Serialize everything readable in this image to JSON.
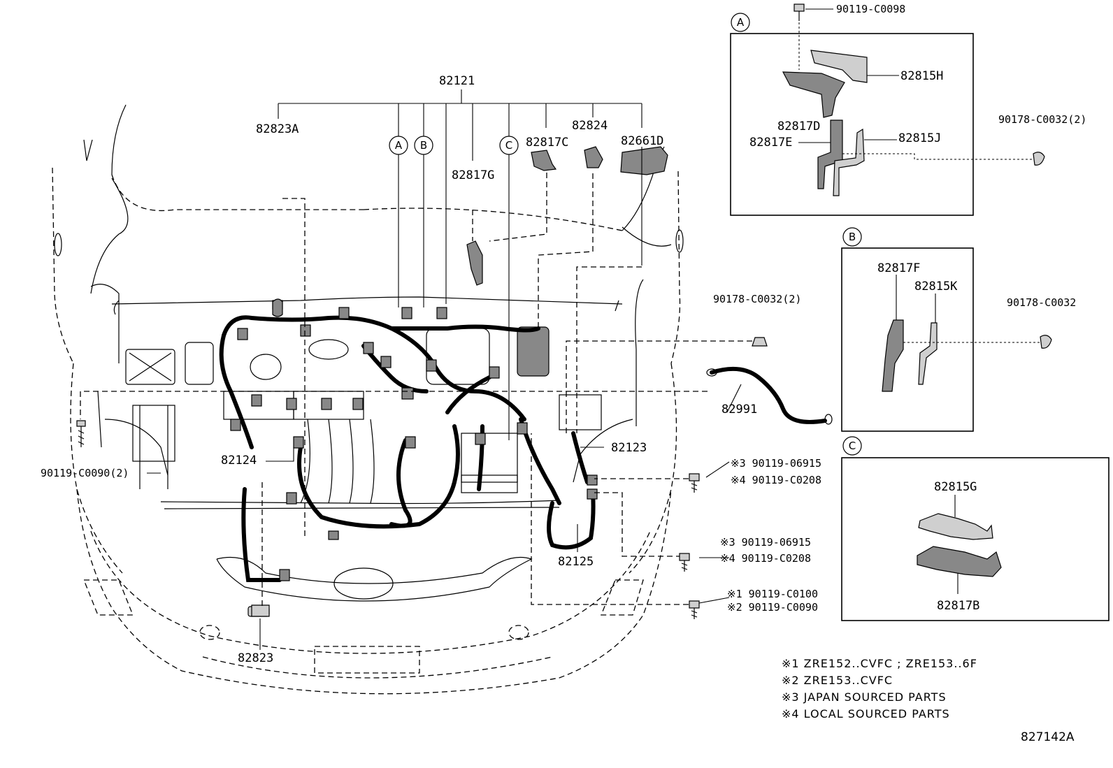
{
  "labels": {
    "main_harness": "82121",
    "p82823A": "82823A",
    "p82817C": "82817C",
    "p82824": "82824",
    "p82661D": "82661D",
    "p82817G": "82817G",
    "p82991": "82991",
    "p82124": "82124",
    "p82123": "82123",
    "p82125": "82125",
    "p82823": "82823",
    "bolt_left": "90119-C0090(2)",
    "nut_mid": "90178-C0032(2)",
    "bolt_r1_a": "※3 90119-06915",
    "bolt_r1_b": "※4 90119-C0208",
    "bolt_r2_a": "※3 90119-06915",
    "bolt_r2_b": "※4 90119-C0208",
    "bolt_r3_a": "※1 90119-C0100",
    "bolt_r3_b": "※2 90119-C0090"
  },
  "circles": {
    "A": "A",
    "B": "B",
    "C": "C"
  },
  "detail_A": {
    "bolt_top": "90119-C0098",
    "p82815H": "82815H",
    "p82817D": "82817D",
    "p82815J": "82815J",
    "p82817E": "82817E",
    "nut_right": "90178-C0032(2)"
  },
  "detail_B": {
    "p82817F": "82817F",
    "p82815K": "82815K",
    "nut_right": "90178-C0032"
  },
  "detail_C": {
    "p82815G": "82815G",
    "p82817B": "82817B"
  },
  "notes": [
    "※1 ZRE152..CVFC ; ZRE153..6F",
    "※2 ZRE153..CVFC",
    "※3 JAPAN SOURCED PARTS",
    "※4 LOCAL SOURCED PARTS"
  ],
  "figure_id": "827142A"
}
